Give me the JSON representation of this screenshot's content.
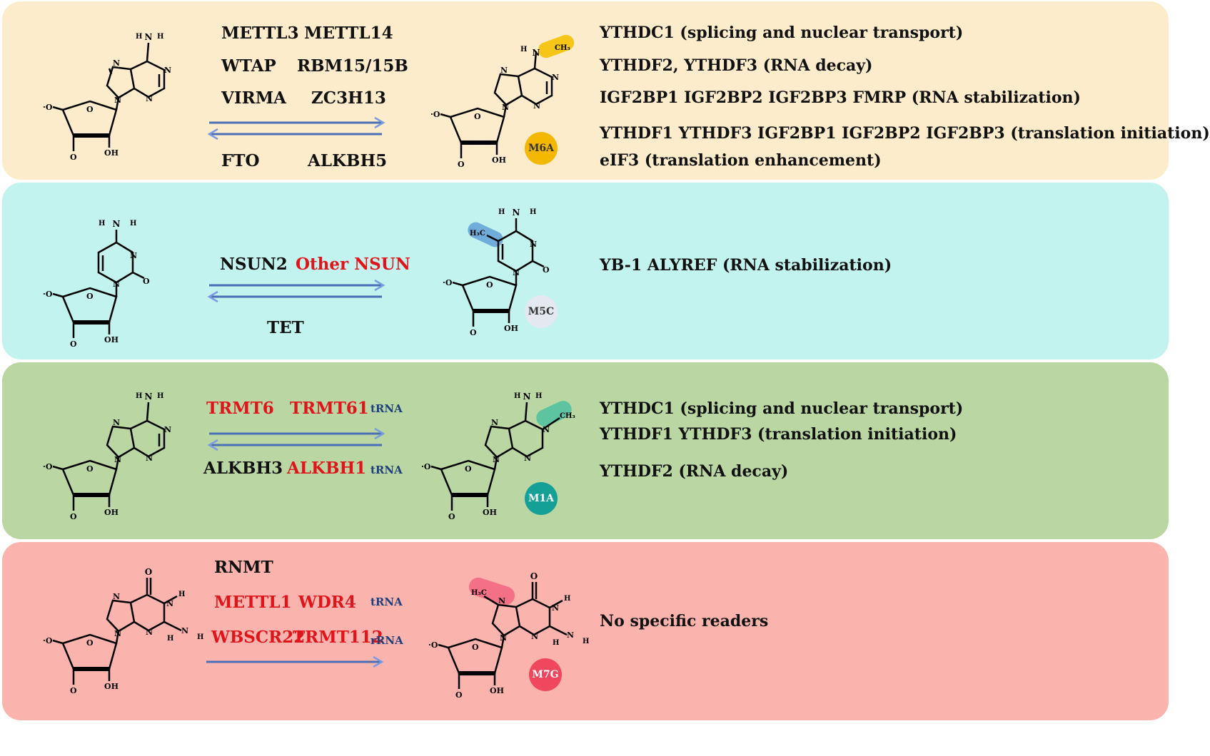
{
  "colors": {
    "m6a_bg": "#fdeccb",
    "m5c_bg": "#c3f3ee",
    "m1a_bg": "#b9d6a3",
    "m7g_bg": "#fbb3ae",
    "enzyme_red": "#e0141b",
    "arrow_blue": "#4a6fb5",
    "rna_label": "#1f3f7a"
  },
  "panels": [
    {
      "id": "m6a",
      "badge": "M6A",
      "badge_color": "#f5b800",
      "highlight_color": "#f5c518",
      "writers": [
        {
          "text": "METTL3",
          "red": false
        },
        {
          "text": "METTL14",
          "red": false
        },
        {
          "text": "WTAP",
          "red": false
        },
        {
          "text": "RBM15/15B",
          "red": false
        },
        {
          "text": "VIRMA",
          "red": false
        },
        {
          "text": "ZC3H13",
          "red": false
        }
      ],
      "erasers": [
        {
          "text": "FTO",
          "red": false
        },
        {
          "text": "ALKBH5",
          "red": false
        }
      ],
      "readers": [
        "YTHDC1 (splicing and nuclear transport)",
        "YTHDF2, YTHDF3 (RNA decay)",
        "IGF2BP1 IGF2BP2 IGF2BP3 FMRP (RNA stabilization)",
        "YTHDF1 YTHDF3 IGF2BP1 IGF2BP2 IGF2BP3 (translation initiation)",
        "eIF3 (translation enhancement)"
      ]
    },
    {
      "id": "m5c",
      "badge": "M5C",
      "badge_color": "#e4e8f0",
      "highlight_color": "#5b9bd5",
      "writers": [
        {
          "text": "NSUN2",
          "red": false
        },
        {
          "text": "Other NSUN",
          "red": true
        }
      ],
      "erasers": [
        {
          "text": "TET",
          "red": false
        }
      ],
      "readers": [
        "YB-1 ALYREF (RNA stabilization)"
      ]
    },
    {
      "id": "m1a",
      "badge": "M1A",
      "badge_color": "#14a096",
      "highlight_color": "#4cc0a0",
      "writers": [
        {
          "text": "TRMT6",
          "red": true
        },
        {
          "text": "TRMT61",
          "red": true
        }
      ],
      "writer_note": "tRNA",
      "erasers": [
        {
          "text": "ALKBH3",
          "red": false
        },
        {
          "text": "ALKBH1",
          "red": true
        }
      ],
      "eraser_note": "tRNA",
      "readers": [
        "YTHDC1 (splicing and nuclear transport)",
        "YTHDF1 YTHDF3 (translation initiation)",
        "YTHDF2 (RNA decay)"
      ]
    },
    {
      "id": "m7g",
      "badge": "M7G",
      "badge_color": "#f0475f",
      "highlight_color": "#f05a78",
      "writers": [
        {
          "text": "RNMT",
          "red": false
        },
        {
          "text": "METTL1",
          "red": true
        },
        {
          "text": "WDR4",
          "red": true
        },
        {
          "text": "WBSCR22",
          "red": true
        },
        {
          "text": "TRMT112",
          "red": true
        }
      ],
      "writer_notes": [
        "tRNA",
        "rRNA"
      ],
      "readers": [
        "No specific readers"
      ]
    }
  ],
  "atoms": {
    "N": "N",
    "H": "H",
    "O": "O",
    "OH": "OH",
    "CH3": "CH₃",
    "H3C": "H₃C"
  }
}
